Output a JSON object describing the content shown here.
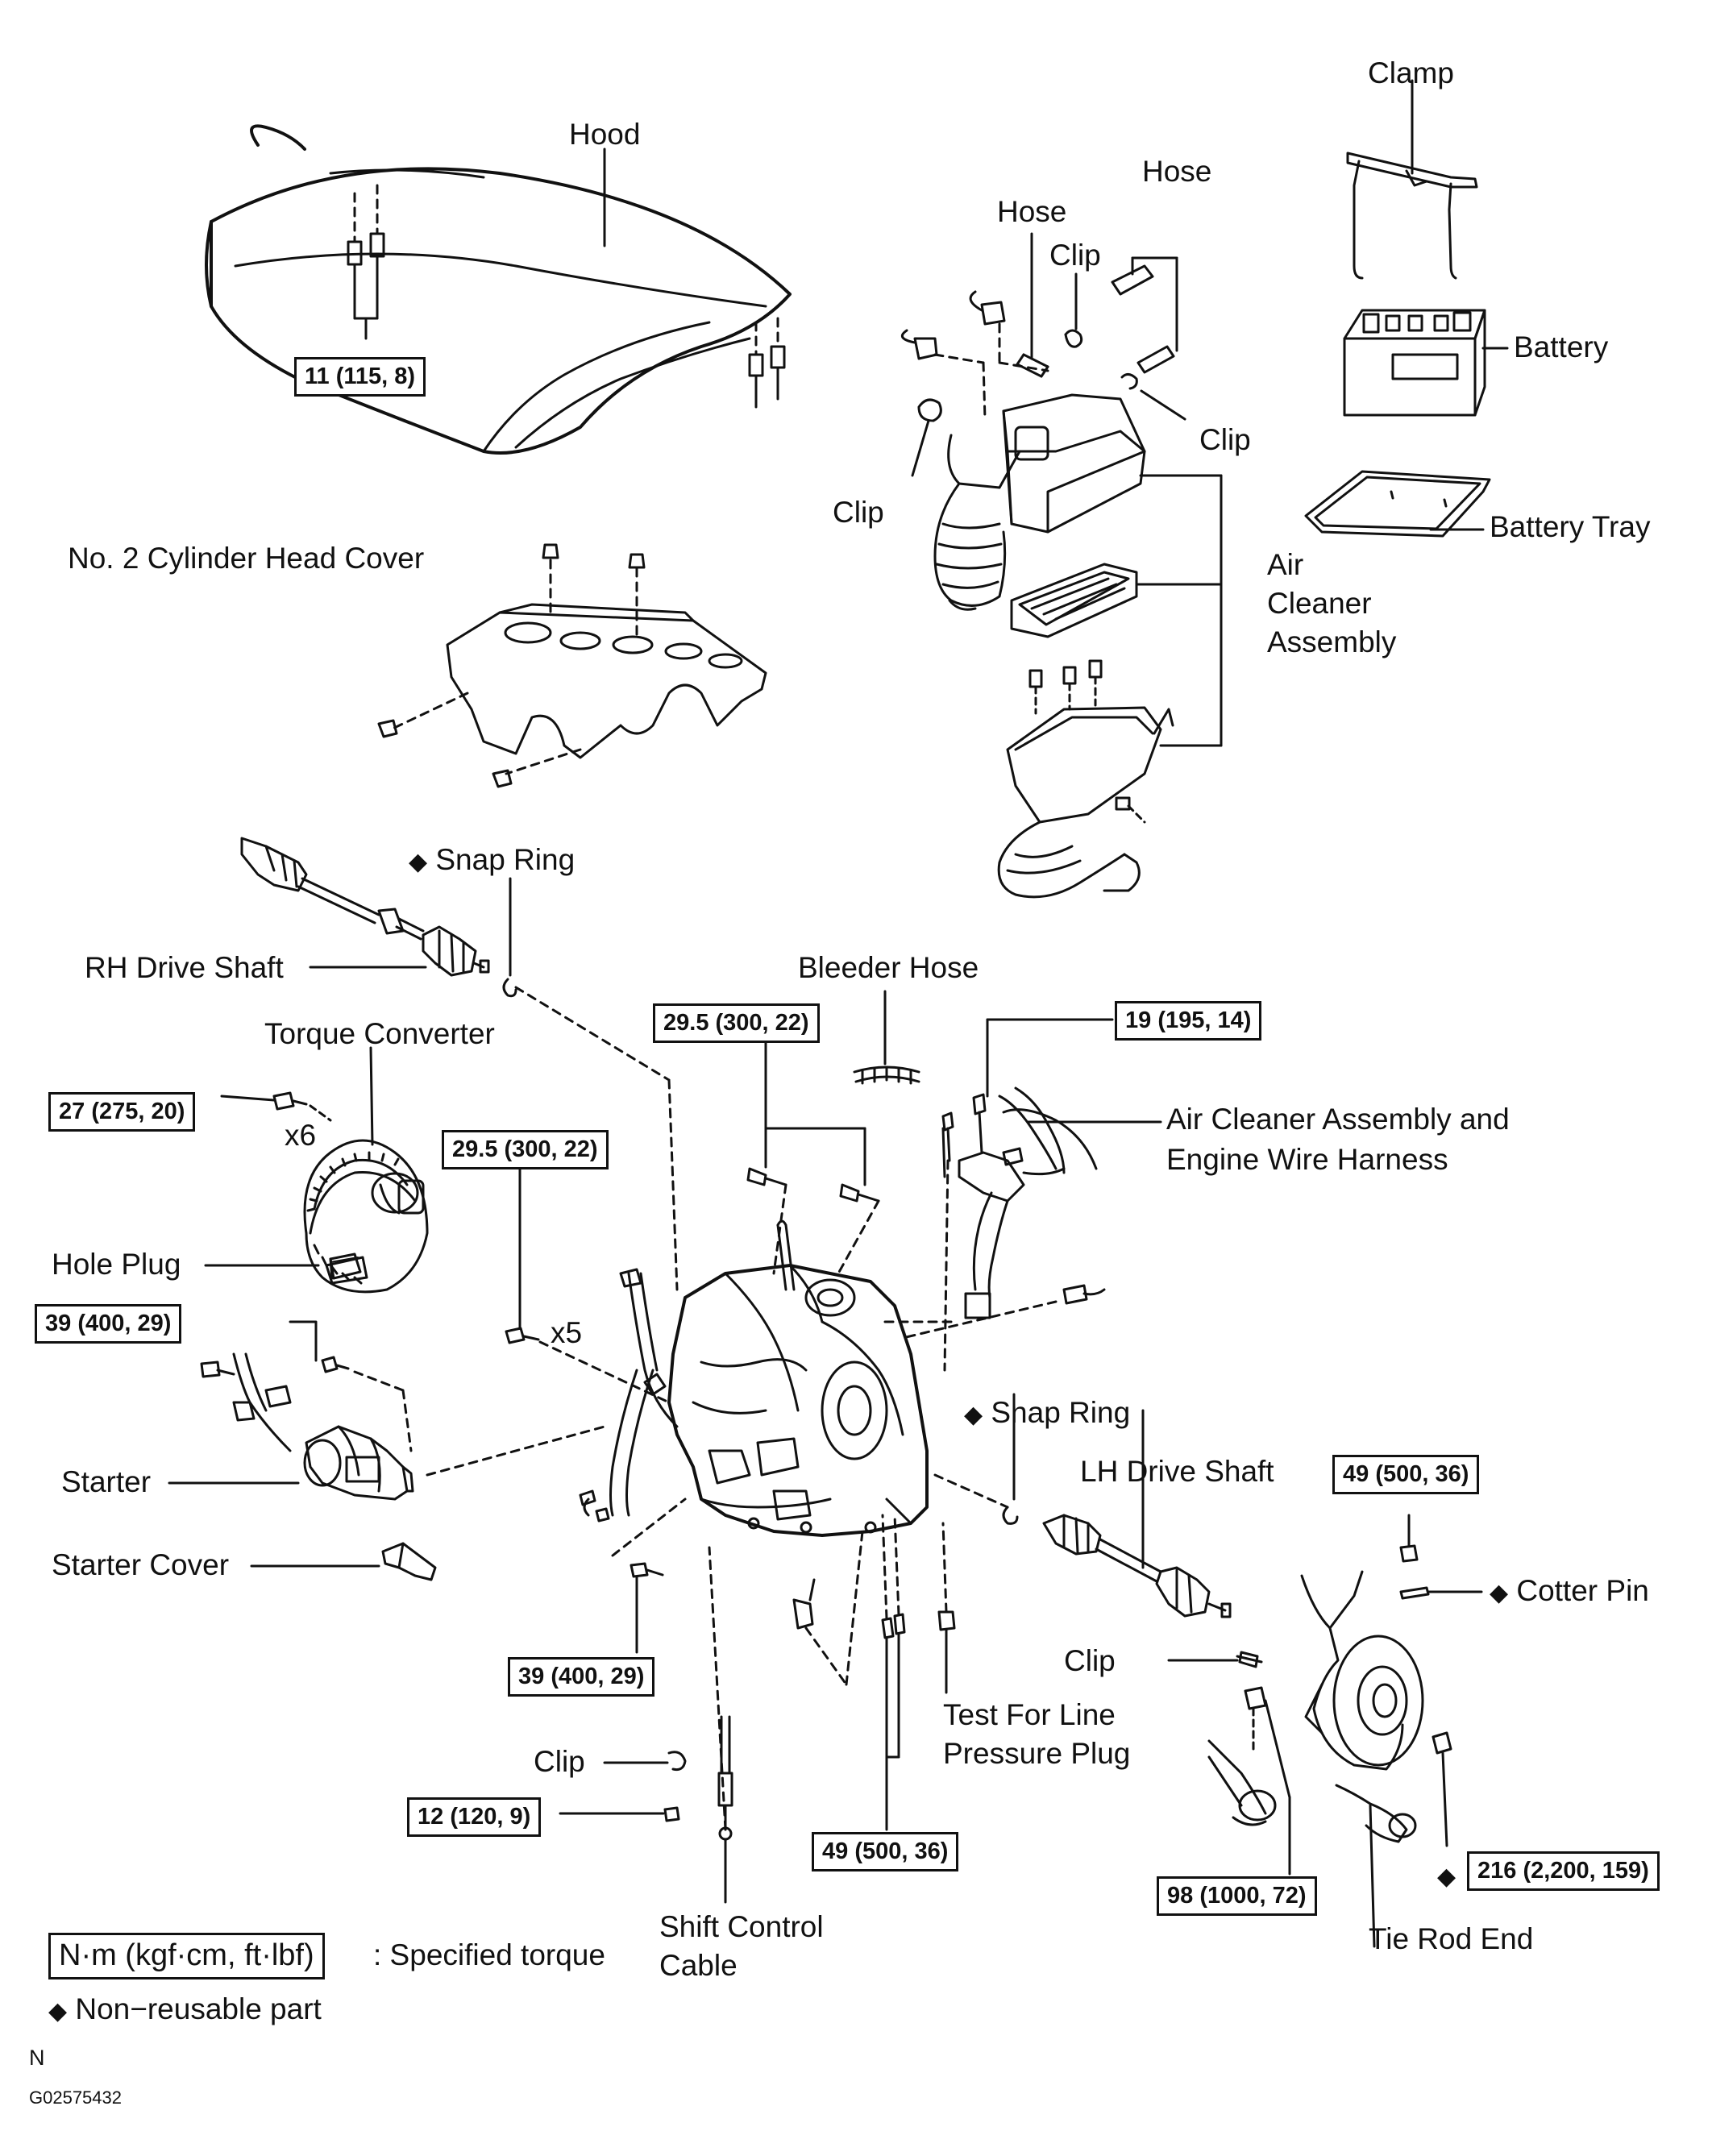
{
  "labels": {
    "hood": "Hood",
    "clamp": "Clamp",
    "hose_1": "Hose",
    "hose_2": "Hose",
    "clip_1": "Clip",
    "clip_2": "Clip",
    "clip_3": "Clip",
    "battery": "Battery",
    "battery_tray": "Battery Tray",
    "cylinder_head_cover": "No. 2 Cylinder Head Cover",
    "air_cleaner_1": "Air",
    "air_cleaner_2": "Cleaner",
    "air_cleaner_3": "Assembly",
    "snap_ring_1": "Snap Ring",
    "rh_drive_shaft": "RH Drive Shaft",
    "bleeder_hose": "Bleeder Hose",
    "torque_converter": "Torque Converter",
    "x6": "x6",
    "harness_1": "Air Cleaner Assembly and",
    "harness_2": "Engine Wire Harness",
    "hole_plug": "Hole Plug",
    "x5": "x5",
    "snap_ring_2": "Snap Ring",
    "lh_drive_shaft": "LH Drive Shaft",
    "starter": "Starter",
    "starter_cover": "Starter Cover",
    "cotter_pin": "Cotter Pin",
    "clip_4": "Clip",
    "test_plug_1": "Test For Line",
    "test_plug_2": "Pressure Plug",
    "clip_5": "Clip",
    "shift_cable_1": "Shift Control",
    "shift_cable_2": "Cable",
    "tie_rod_end": "Tie Rod End",
    "diamond": "◆"
  },
  "torques": {
    "hood_bolts": "11 (115, 8)",
    "bracket_bolts": "29.5 (300, 22)",
    "harness_bolt": "19 (195, 14)",
    "converter_bolts": "27 (275, 20)",
    "transaxle_bolts": "29.5 (300, 22)",
    "starter_bolts": "39 (400, 29)",
    "lower_bolt": "39 (400, 29)",
    "cotter_nut": "49 (500, 36)",
    "cable_nut": "12 (120, 9)",
    "mount_bolts": "49 (500, 36)",
    "ball_joint_nut": "98 (1000, 72)",
    "hub_nut": "216 (2,200, 159)"
  },
  "legend": {
    "unit_box": "N·m (kgf·cm, ft·lbf)",
    "unit_desc": ": Specified torque",
    "nonreusable": "Non−reusable part"
  },
  "footer": {
    "letter": "N",
    "code": "G02575432"
  }
}
